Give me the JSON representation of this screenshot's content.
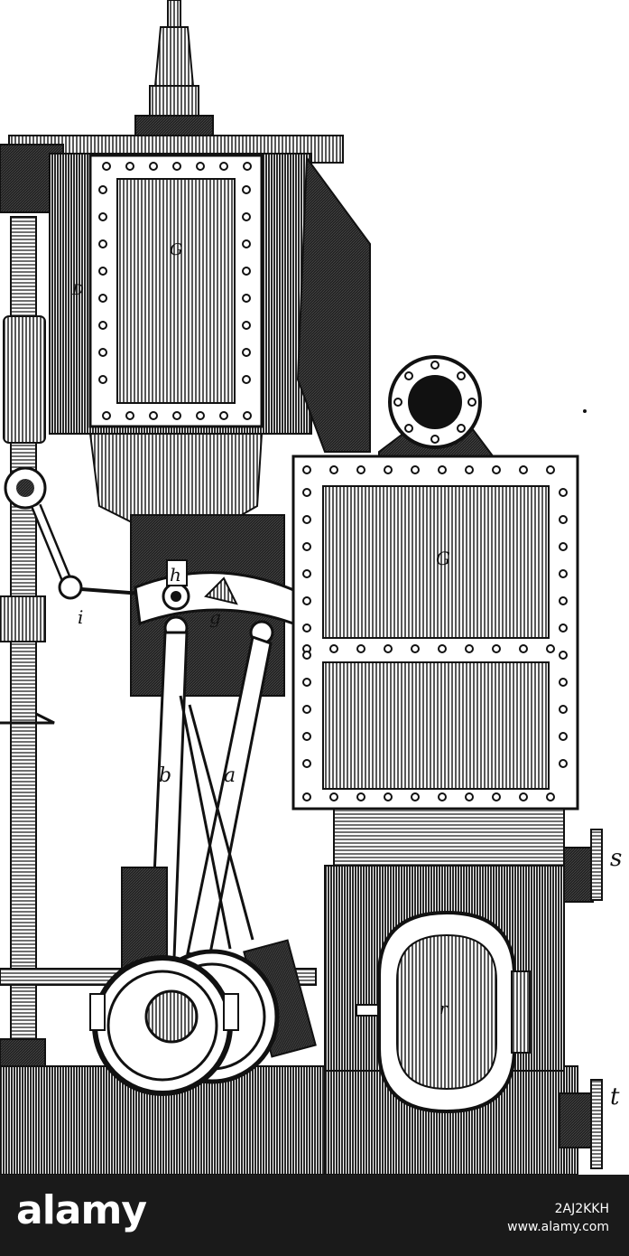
{
  "illustration": {
    "labels": {
      "top_g": "G",
      "d": "D",
      "right_g": "G",
      "h": "h",
      "g": "g",
      "i": "i",
      "b": "b",
      "a": "a",
      "s": "s",
      "t": "t",
      "r": "r"
    }
  },
  "footer": {
    "logo": "alamy",
    "image_id": "2AJ2KKH",
    "site": "www.alamy.com"
  },
  "colors": {
    "ink": "#111111",
    "paper": "#ffffff",
    "footer_bg": "#1a1a1a"
  }
}
